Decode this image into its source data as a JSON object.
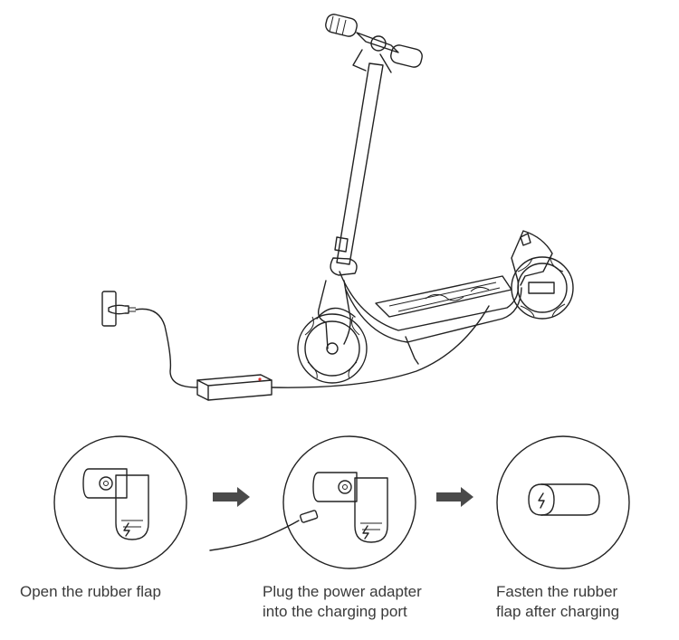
{
  "steps": [
    {
      "caption_lines": [
        "Open the rubber flap"
      ]
    },
    {
      "caption_lines": [
        "Plug the power adapter",
        "into the charging port"
      ]
    },
    {
      "caption_lines": [
        "Fasten the rubber",
        "flap after charging"
      ]
    }
  ],
  "colors": {
    "line": "#222222",
    "arrow": "#4a4a4a",
    "caption_text": "#3a3a3a",
    "adapter_led": "#e03030"
  }
}
